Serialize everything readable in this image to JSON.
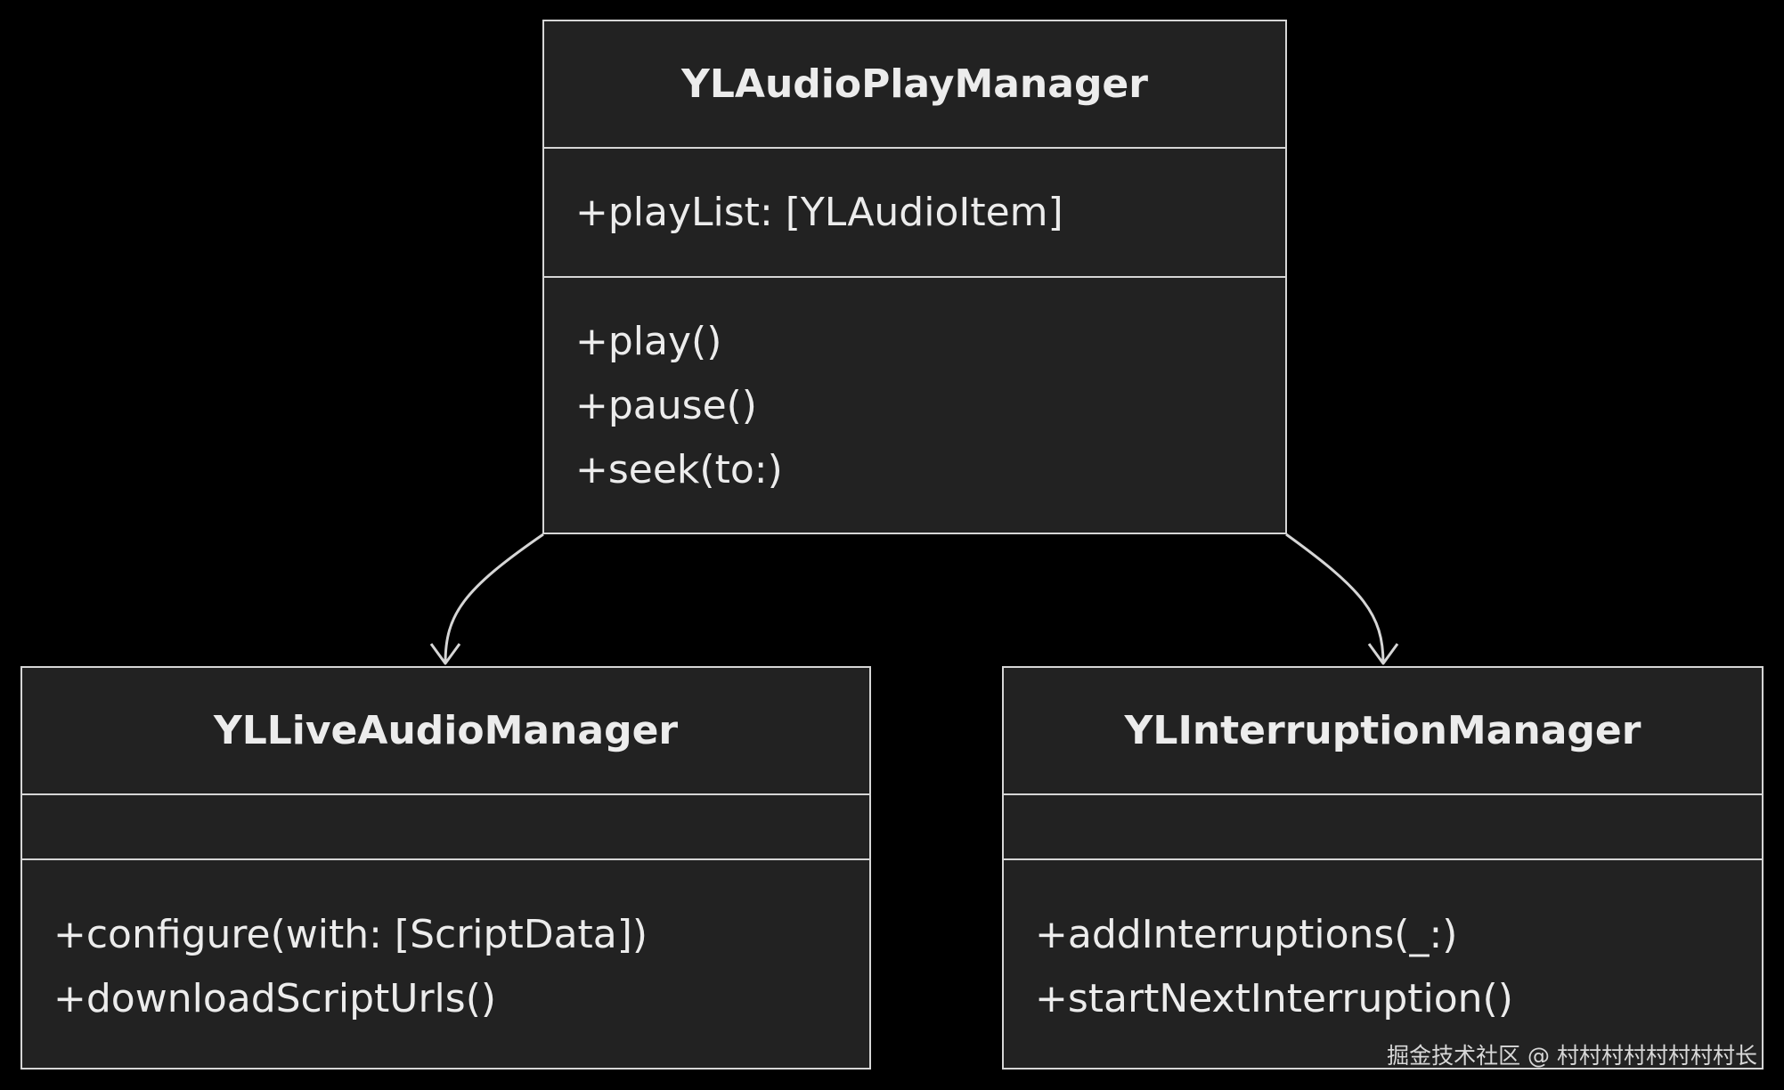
{
  "diagram": {
    "classes": [
      {
        "name": "YLAudioPlayManager",
        "attributes": [
          "+playList: [YLAudioItem]"
        ],
        "methods": [
          "+play()",
          "+pause()",
          "+seek(to:)"
        ]
      },
      {
        "name": "YLLiveAudioManager",
        "attributes": [],
        "methods": [
          "+configure(with: [ScriptData])",
          "+downloadScriptUrls()"
        ]
      },
      {
        "name": "YLInterruptionManager",
        "attributes": [],
        "methods": [
          "+addInterruptions(_:)",
          "+startNextInterruption()"
        ]
      }
    ],
    "relations": [
      {
        "from": "YLAudioPlayManager",
        "to": "YLLiveAudioManager",
        "arrow": "open-arrow"
      },
      {
        "from": "YLAudioPlayManager",
        "to": "YLInterruptionManager",
        "arrow": "open-arrow"
      }
    ],
    "colors": {
      "background": "#000000",
      "box_fill": "#222222",
      "stroke": "#d6d6d6",
      "text": "#ececec"
    }
  },
  "watermark": "掘金技术社区 @ 村村村村村村村村长"
}
